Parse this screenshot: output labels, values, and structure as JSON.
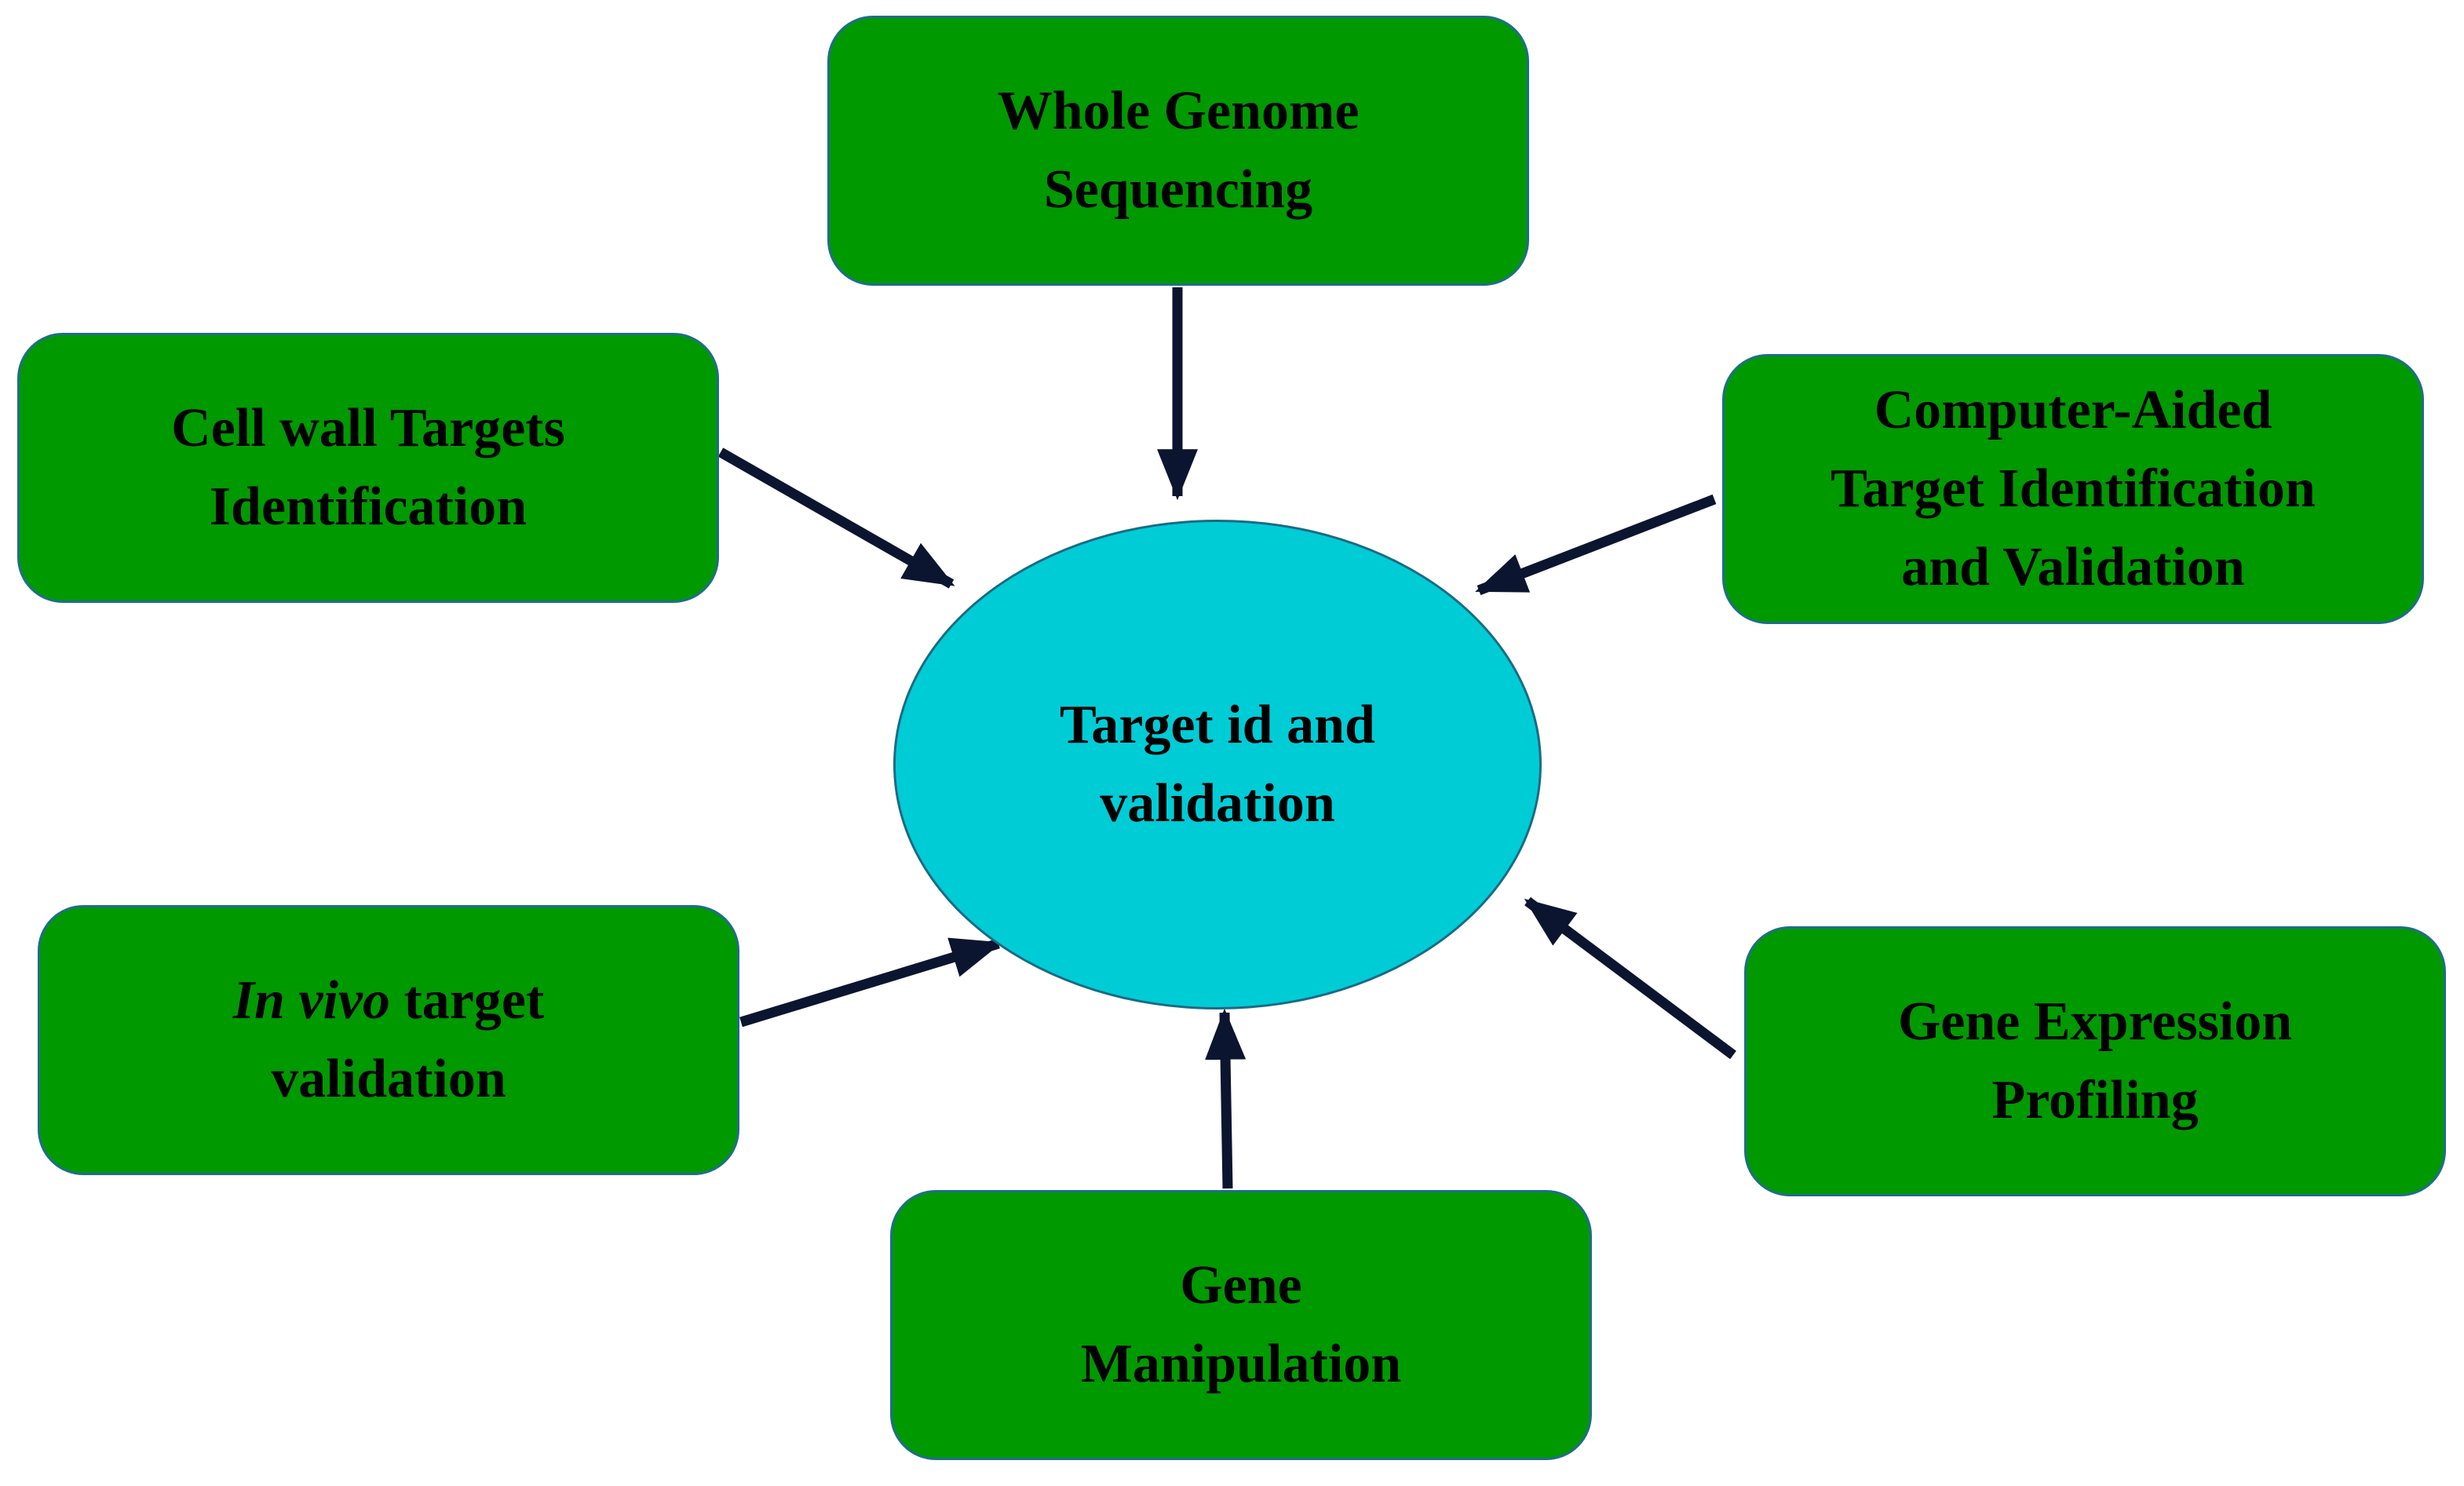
{
  "colors": {
    "box_fill": "#009900",
    "box_border": "#1f6d8a",
    "center_fill": "#00ccd6",
    "center_border": "#1b6b84",
    "arrow": "#0b1530",
    "text": "#000000"
  },
  "center": {
    "lines": [
      "Target id and",
      "validation"
    ]
  },
  "nodes": {
    "whole_genome_sequencing": {
      "lines": [
        "Whole Genome",
        "Sequencing"
      ]
    },
    "cell_wall_targets": {
      "lines": [
        "Cell wall Targets",
        "Identification"
      ]
    },
    "computer_aided": {
      "lines": [
        "Computer-Aided",
        "Target Identification",
        "and Validation"
      ]
    },
    "in_vivo": {
      "italic_part": "In vivo",
      "rest_part": " target",
      "line2": "validation"
    },
    "gene_expression": {
      "lines": [
        "Gene Expression",
        "Profiling"
      ]
    },
    "gene_manipulation": {
      "lines": [
        "Gene",
        "Manipulation"
      ]
    }
  }
}
